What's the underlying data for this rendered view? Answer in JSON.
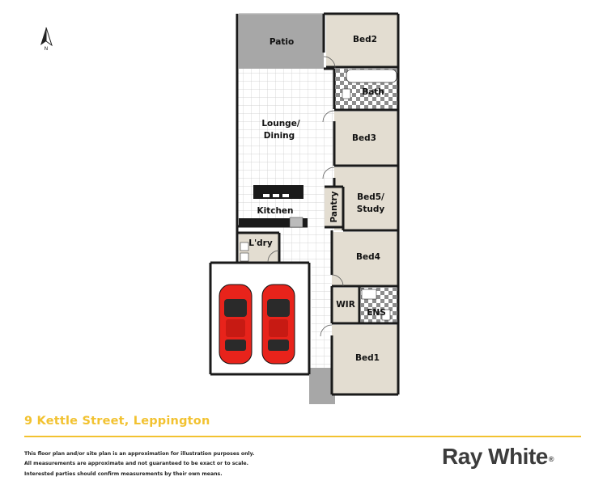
{
  "north_label": "N",
  "rooms": {
    "patio": "Patio",
    "bed2": "Bed2",
    "bath": "Bath",
    "lounge_line1": "Lounge/",
    "lounge_line2": "Dining",
    "bed3": "Bed3",
    "kitchen": "Kitchen",
    "pantry": "Pantry",
    "bed5_line1": "Bed5/",
    "bed5_line2": "Study",
    "laundry": "L'dry",
    "bed4": "Bed4",
    "wir": "WIR",
    "ens": "ENS",
    "bed1": "Bed1"
  },
  "address": "9 Kettle Street, Leppington",
  "disclaimer": [
    "This floor plan and/or site plan is an approximation for illustration purposes only.",
    "All measurements are approximate and not guaranteed to be exact or to scale.",
    "Interested parties should confirm measurements by their own means."
  ],
  "brand": "Ray White",
  "brand_mark": "®",
  "colors": {
    "room_fill": "#e3ddd1",
    "patio_fill": "#a7a7a7",
    "wall": "#1a1a1a",
    "car": "#e8231b",
    "accent": "#f2c230"
  }
}
